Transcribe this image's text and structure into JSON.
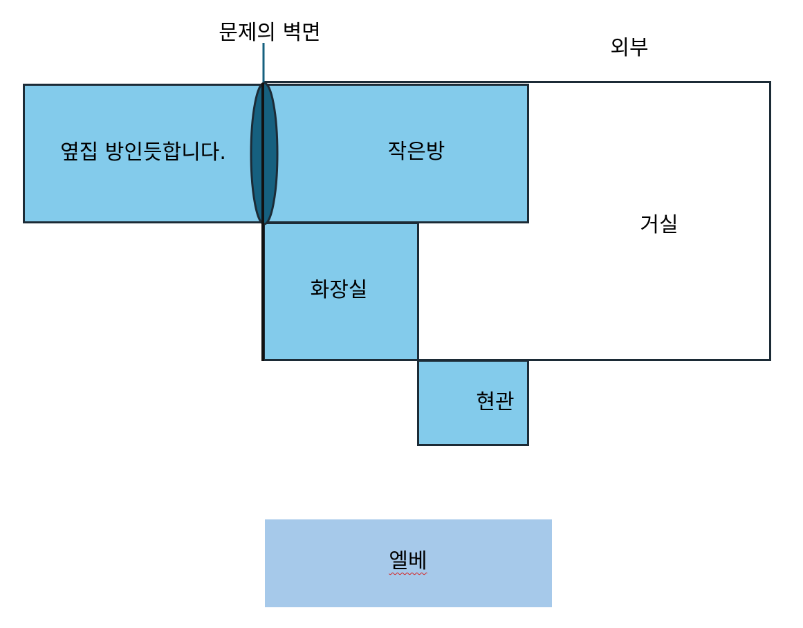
{
  "labels": {
    "problem_wall": "문제의 벽면",
    "outside": "외부",
    "neighbor": "옆집 방인듯합니다.",
    "small_room": "작은방",
    "living_room": "거실",
    "bathroom": "화장실",
    "entrance": "현관",
    "elevator": "엘베"
  },
  "colors": {
    "room_fill": "#83cbeb",
    "elevator_fill": "#a6c9ea",
    "outline": "#1c2b36",
    "problem_wall_fill": "#16607f"
  }
}
